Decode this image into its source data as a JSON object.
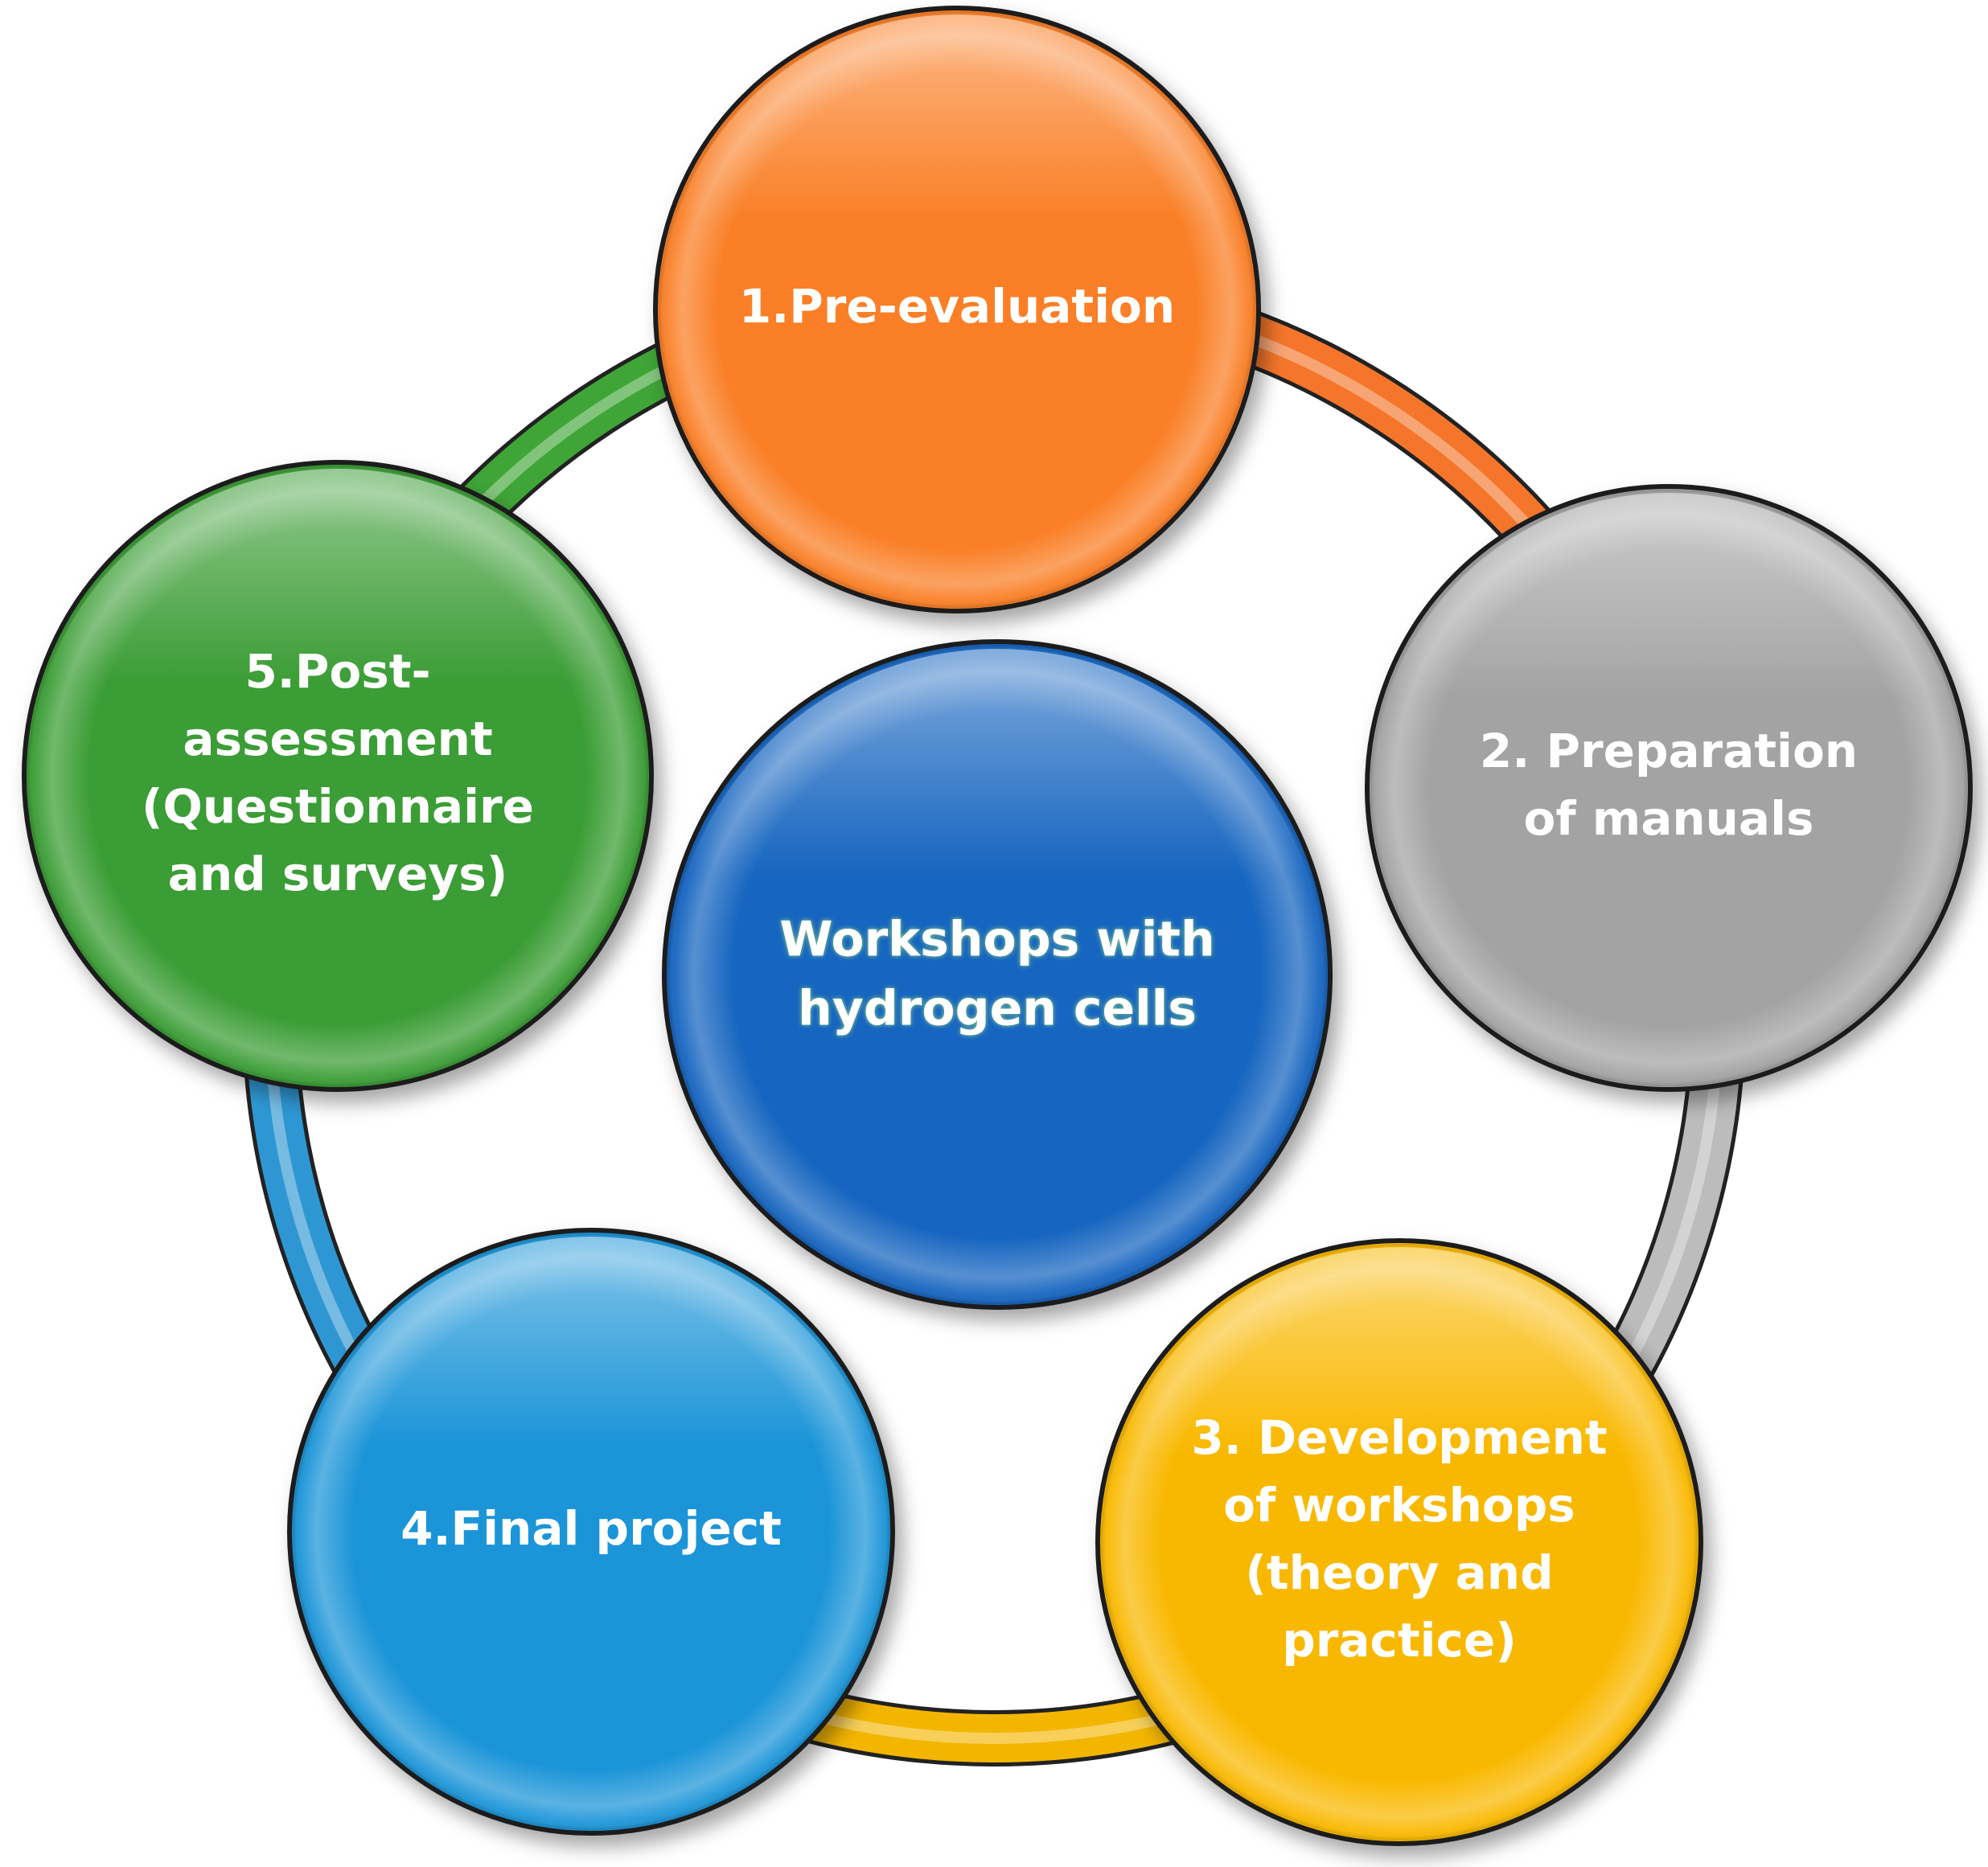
{
  "diagram": {
    "center": {
      "lines": [
        "Workshops with",
        "hydrogen cells"
      ],
      "color": "#1565c0"
    },
    "steps": [
      {
        "id": "pre-evaluation",
        "lines": [
          "1.Pre-evaluation"
        ],
        "color": "#fa7f28"
      },
      {
        "id": "preparation-of-manuals",
        "lines": [
          "2. Preparation",
          "of manuals"
        ],
        "color": "#a3a3a3"
      },
      {
        "id": "development-of-workshops",
        "lines": [
          "3. Development",
          "of workshops",
          "(theory and",
          "practice)"
        ],
        "color": "#f9b800"
      },
      {
        "id": "final-project",
        "lines": [
          "4.Final project"
        ],
        "color": "#1d95d8"
      },
      {
        "id": "post-assessment",
        "lines": [
          "5.Post-",
          "assessment",
          "(Questionnaire",
          "and surveys)"
        ],
        "color": "#3b9d34"
      }
    ],
    "ring_arcs": [
      {
        "from": "pre-evaluation",
        "to": "preparation-of-manuals",
        "color": "#f5762b"
      },
      {
        "from": "preparation-of-manuals",
        "to": "development-of-workshops",
        "color": "#bcbcbc"
      },
      {
        "from": "development-of-workshops",
        "to": "final-project",
        "color": "#f3b600"
      },
      {
        "from": "final-project",
        "to": "post-assessment",
        "color": "#2e97d3"
      },
      {
        "from": "post-assessment",
        "to": "pre-evaluation",
        "color": "#3fa537"
      }
    ]
  }
}
